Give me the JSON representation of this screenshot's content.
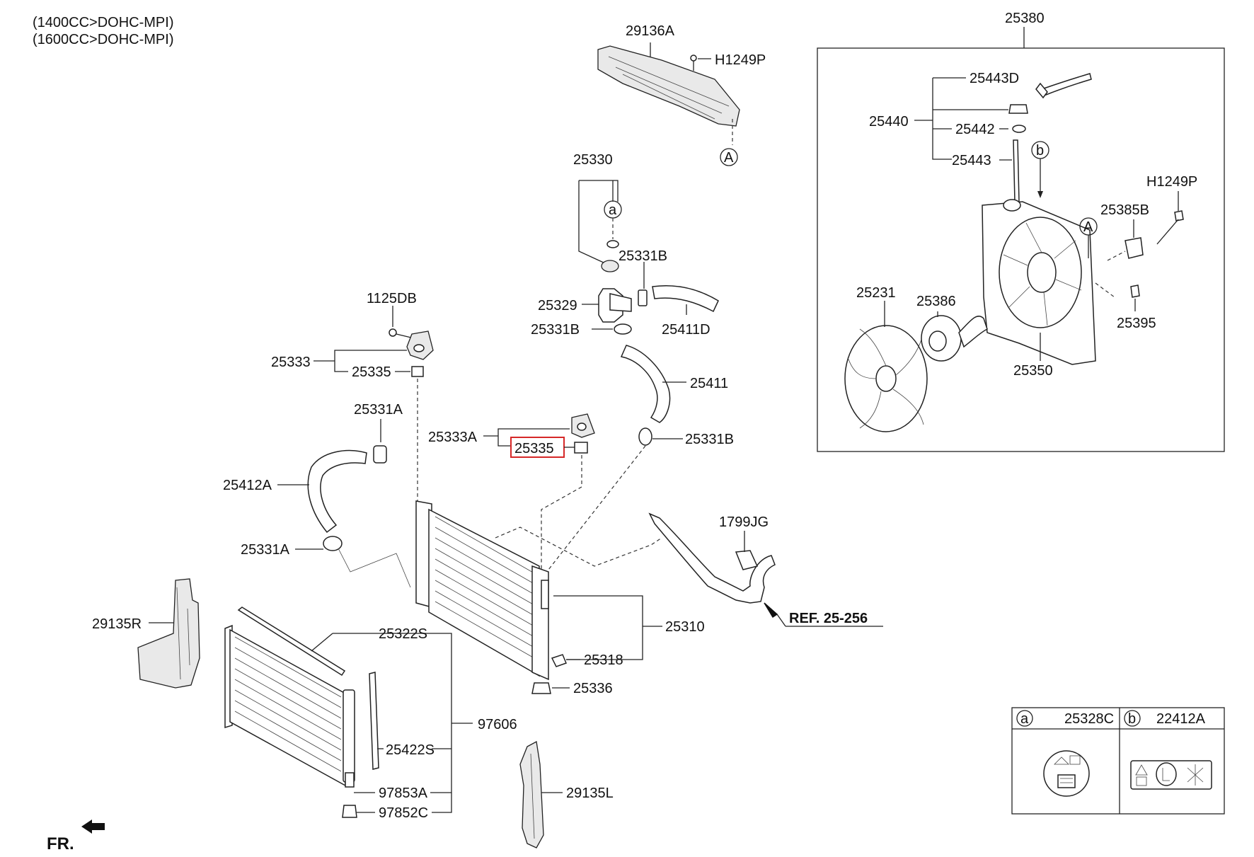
{
  "header": {
    "engine_line1": "(1400CC>DOHC-MPI)",
    "engine_line2": "(1600CC>DOHC-MPI)"
  },
  "labels": {
    "p29136A": "29136A",
    "pH1249P_top": "H1249P",
    "pA_top": "A",
    "p25330": "25330",
    "pa_circle": "a",
    "p25331B_1": "25331B",
    "p25329": "25329",
    "p25331B_2": "25331B",
    "p25411D": "25411D",
    "p25411": "25411",
    "p1125DB": "1125DB",
    "p25333": "25333",
    "p25335_top": "25335",
    "p25331A_1": "25331A",
    "p25333A": "25333A",
    "p25335_hl": "25335",
    "p25331B_3": "25331B",
    "p25412A": "25412A",
    "p25331A_2": "25331A",
    "p1799JG": "1799JG",
    "ref": "REF. 25-256",
    "p29135R": "29135R",
    "p25322S": "25322S",
    "p25310": "25310",
    "p25318": "25318",
    "p25336": "25336",
    "p97606": "97606",
    "p25422S": "25422S",
    "p97853A": "97853A",
    "p97852C": "97852C",
    "p29135L": "29135L",
    "fr": "FR.",
    "p25380": "25380",
    "p25443D": "25443D",
    "p25440": "25440",
    "p25442": "25442",
    "p25443": "25443",
    "pb_circle": "b",
    "pH1249P_fan": "H1249P",
    "p25385B": "25385B",
    "pA_fan": "A",
    "p25231": "25231",
    "p25386": "25386",
    "p25395": "25395",
    "p25350": "25350"
  },
  "legend": {
    "a_letter": "a",
    "a_part": "25328C",
    "b_letter": "b",
    "b_part": "22412A"
  },
  "highlight": {
    "part": "25335",
    "color": "#d62828"
  }
}
